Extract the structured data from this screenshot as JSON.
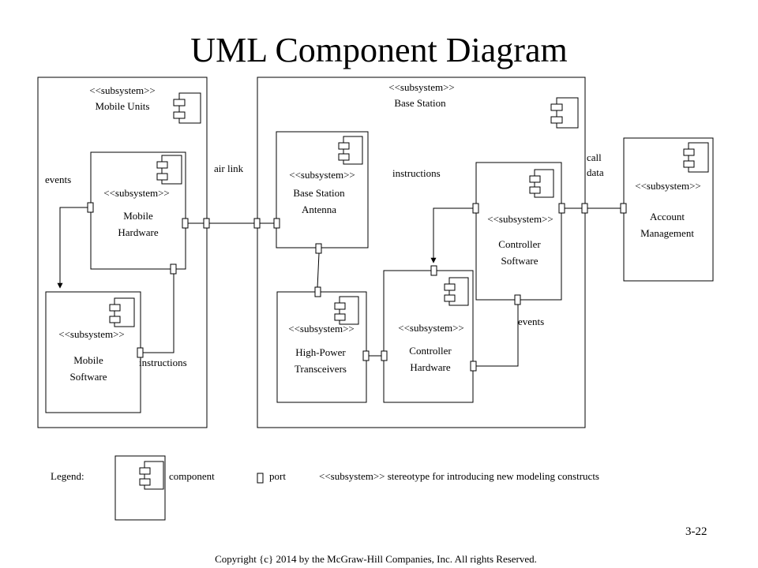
{
  "title": "UML Component Diagram",
  "page_number": "3-22",
  "copyright": "Copyright {c} 2014 by the McGraw-Hill Companies, Inc. All rights Reserved.",
  "stereotype": "<<subsystem>>",
  "subsystems": {
    "mobile_units": {
      "name": "Mobile Units"
    },
    "base_station": {
      "name": "Base Station"
    },
    "mobile_hardware": {
      "name_lines": [
        "Mobile",
        "Hardware"
      ]
    },
    "mobile_software": {
      "name_lines": [
        "Mobile",
        "Software"
      ]
    },
    "base_station_antenna": {
      "name_lines": [
        "Base Station",
        "Antenna"
      ]
    },
    "high_power_transceivers": {
      "name_lines": [
        "High-Power",
        "Transceivers"
      ]
    },
    "controller_hardware": {
      "name_lines": [
        "Controller",
        "Hardware"
      ]
    },
    "controller_software": {
      "name_lines": [
        "Controller",
        "Software"
      ]
    },
    "account_management": {
      "name_lines": [
        "Account",
        "Management"
      ]
    }
  },
  "connection_labels": {
    "events_mobile": "events",
    "instructions_mobile": "instructions",
    "air_link": "air link",
    "instructions_base": "instructions",
    "call_data": [
      "call",
      "data"
    ],
    "events_controller": "events"
  },
  "legend": {
    "label": "Legend:",
    "component": "component",
    "port": "port",
    "stereotype_desc": "<<subsystem>> stereotype for introducing new modeling constructs"
  }
}
